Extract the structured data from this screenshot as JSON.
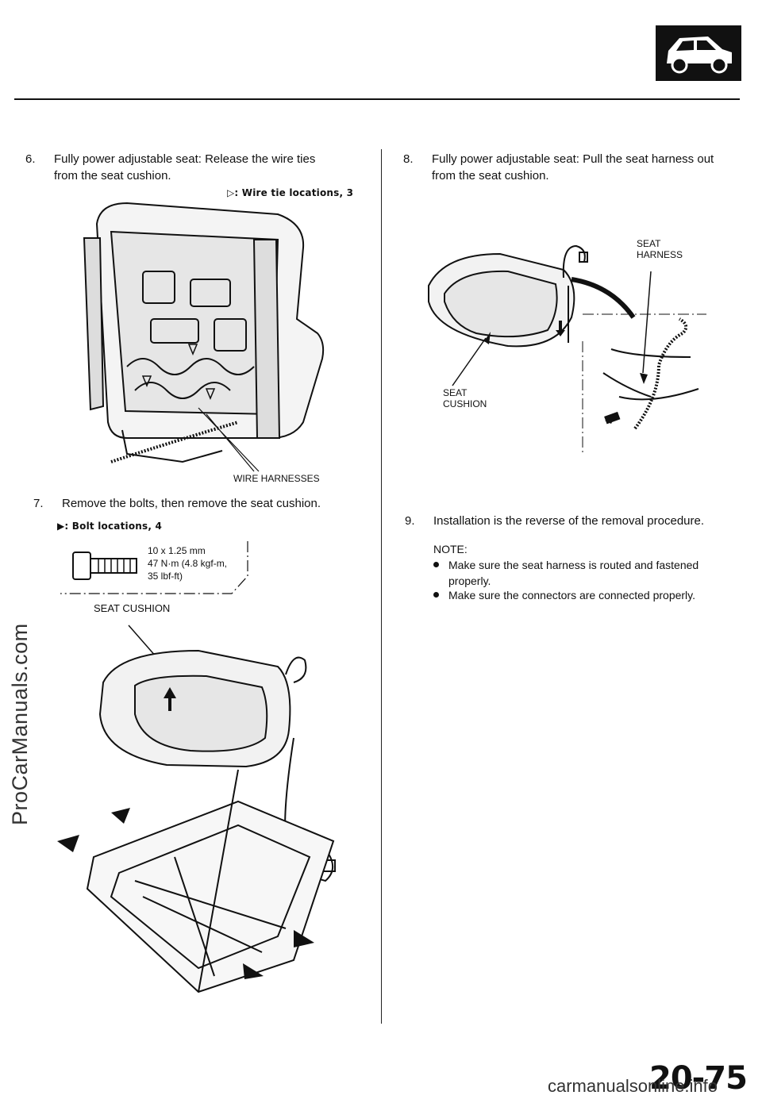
{
  "header": {
    "icon": "car-side-icon"
  },
  "steps": {
    "s6_num": "6.",
    "s6_line1": "Fully power adjustable seat: Release the wire ties",
    "s6_line2": "from the seat cushion.",
    "s6_sub": "▷: Wire tie locations, 3",
    "s6_callout": "WIRE HARNESSES",
    "s7_num": "7.",
    "s7_text": "Remove the bolts, then remove the seat cushion.",
    "s7_sub": "▶: Bolt locations, 4",
    "bolt_spec1": "10 x 1.25 mm",
    "bolt_spec2": "47 N·m (4.8 kgf-m,",
    "bolt_spec3": "35 lbf-ft)",
    "s7_callout": "SEAT CUSHION",
    "s8_num": "8.",
    "s8_line1": "Fully power adjustable seat: Pull the seat harness out",
    "s8_line2": "from the seat cushion.",
    "s8_callout_harness1": "SEAT",
    "s8_callout_harness2": "HARNESS",
    "s8_callout_cushion1": "SEAT",
    "s8_callout_cushion2": "CUSHION",
    "s9_num": "9.",
    "s9_text": "Installation is the reverse of the removal procedure.",
    "note_label": "NOTE:",
    "note1_line1": "Make sure the seat harness is routed and fastened",
    "note1_line2": "properly.",
    "note2": "Make sure the connectors are connected properly."
  },
  "footer": {
    "page_number": "20-75",
    "watermark_side": "ProCarManuals.com",
    "watermark_bottom": "carmanualsonline.info"
  }
}
